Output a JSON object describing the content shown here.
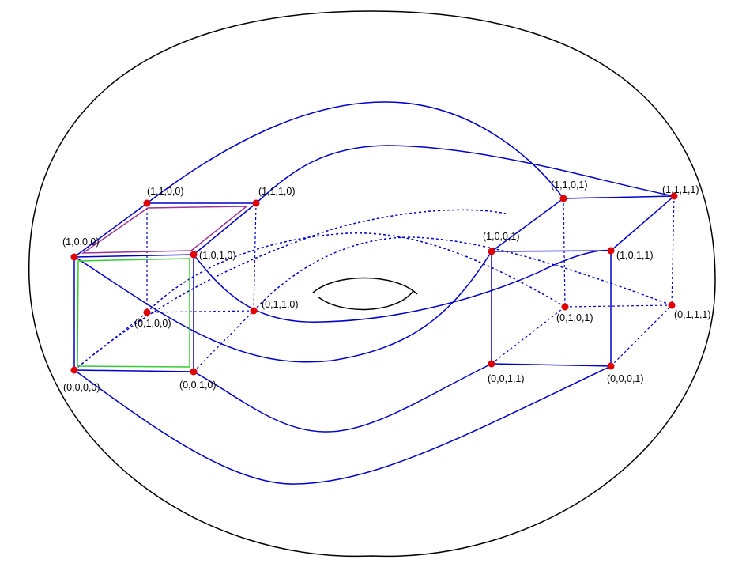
{
  "colors": {
    "outline": "#000000",
    "edge": "#0000cc",
    "vertex": "#e00000",
    "highlight_green": "#33cc33",
    "highlight_purple": "#993399",
    "background": "#ffffff"
  },
  "vertices": {
    "v0000": "(0,0,0,0)",
    "v0010": "(0,0,1,0)",
    "v1000": "(1,0,0,0)",
    "v1010": "(1,0,1,0)",
    "v1100": "(1,1,0,0)",
    "v1110": "(1,1,1,0)",
    "v0100": "(0,1,0,0)",
    "v0110": "(0,1,1,0)",
    "v1101": "(1,1,0,1)",
    "v1111": "(1,1,1,1)",
    "v1001": "(1,0,0,1)",
    "v1011": "(1,0,1,1)",
    "v0101": "(0,1,0,1)",
    "v0111": "(0,1,1,1)",
    "v0011": "(0,0,1,1)",
    "v0001": "(0,0,0,1)"
  }
}
